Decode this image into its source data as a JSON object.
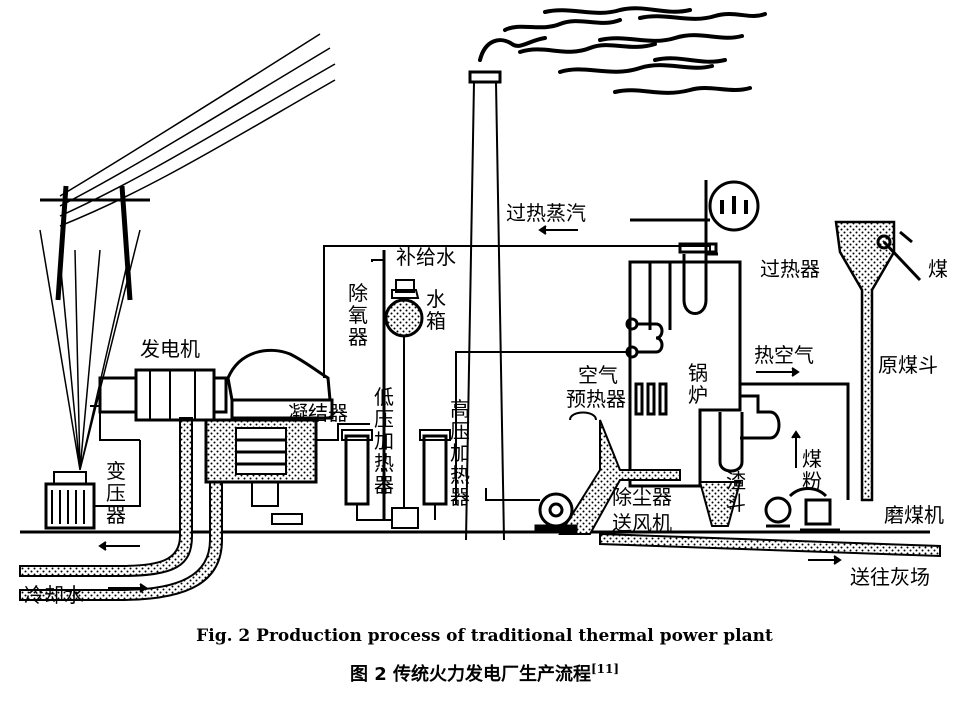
{
  "labels": {
    "superheated_steam": "过热蒸汽",
    "makeup_water": "补给水",
    "deaerator": "除氧器",
    "water_tank": "水箱",
    "superheater": "过热器",
    "coal": "煤",
    "generator": "发电机",
    "hot_air": "热空气",
    "raw_coal_hopper": "原煤斗",
    "boiler": "锅炉",
    "air_preheater": "空气预热器",
    "condenser": "凝结器",
    "lp_heater": "低压加热器",
    "hp_heater": "高压加热器",
    "pulverized_coal": "煤粉",
    "transformer": "变压器",
    "slag_hopper": "渣斗",
    "dust_collector": "除尘器",
    "blower": "送风机",
    "coal_mill": "磨煤机",
    "to_ash_yard": "送往灰场",
    "cooling_water": "冷却水"
  },
  "caption": {
    "en": "Fig. 2    Production process of traditional thermal power plant",
    "cn": "图 2    传统火力发电厂生产流程",
    "ref": "[11]"
  }
}
